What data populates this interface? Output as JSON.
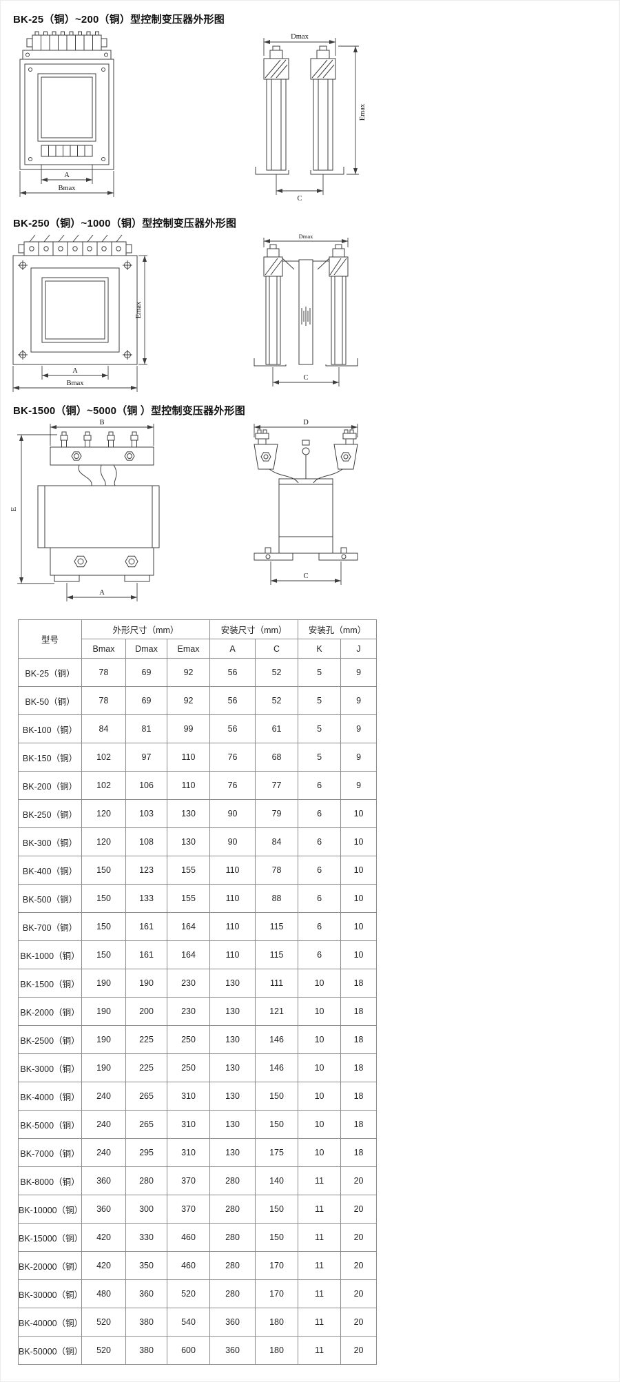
{
  "sections": [
    {
      "heading": "BK-25（铜）~200（铜）型控制变压器外形图",
      "front": {
        "dim_a": "A",
        "dim_b": "Bmax"
      },
      "side": {
        "dim_d": "Dmax",
        "dim_e": "Emax",
        "dim_c": "C"
      }
    },
    {
      "heading": "BK-250（铜）~1000（铜）型控制变压器外形图",
      "front": {
        "dim_a": "A",
        "dim_b": "Bmax",
        "dim_e": "Emax"
      },
      "side": {
        "dim_d": "Dmax",
        "dim_c": "C"
      }
    },
    {
      "heading": "BK-1500（铜）~5000（铜 ）型控制变压器外形图",
      "front": {
        "dim_a": "A",
        "dim_b": "B",
        "dim_e": "E"
      },
      "side": {
        "dim_d": "D",
        "dim_c": "C"
      }
    }
  ],
  "table": {
    "col_groups": [
      {
        "label": "型号",
        "rowspan": 2
      },
      {
        "label": "外形尺寸（mm）",
        "colspan": 3
      },
      {
        "label": "安装尺寸（mm）",
        "colspan": 2
      },
      {
        "label": "安装孔（mm）",
        "colspan": 2
      }
    ],
    "sub_headers": [
      "Bmax",
      "Dmax",
      "Emax",
      "A",
      "C",
      "K",
      "J"
    ],
    "rows": [
      {
        "model": "BK-25（铜）",
        "values": [
          78,
          69,
          92,
          56,
          52,
          5,
          9
        ]
      },
      {
        "model": "BK-50（铜）",
        "values": [
          78,
          69,
          92,
          56,
          52,
          5,
          9
        ]
      },
      {
        "model": "BK-100（铜）",
        "values": [
          84,
          81,
          99,
          56,
          61,
          5,
          9
        ]
      },
      {
        "model": "BK-150（铜）",
        "values": [
          102,
          97,
          110,
          76,
          68,
          5,
          9
        ]
      },
      {
        "model": "BK-200（铜）",
        "values": [
          102,
          106,
          110,
          76,
          77,
          6,
          9
        ]
      },
      {
        "model": "BK-250（铜）",
        "values": [
          120,
          103,
          130,
          90,
          79,
          6,
          10
        ]
      },
      {
        "model": "BK-300（铜）",
        "values": [
          120,
          108,
          130,
          90,
          84,
          6,
          10
        ]
      },
      {
        "model": "BK-400（铜）",
        "values": [
          150,
          123,
          155,
          110,
          78,
          6,
          10
        ]
      },
      {
        "model": "BK-500（铜）",
        "values": [
          150,
          133,
          155,
          110,
          88,
          6,
          10
        ]
      },
      {
        "model": "BK-700（铜）",
        "values": [
          150,
          161,
          164,
          110,
          115,
          6,
          10
        ]
      },
      {
        "model": "BK-1000（铜）",
        "values": [
          150,
          161,
          164,
          110,
          115,
          6,
          10
        ]
      },
      {
        "model": "BK-1500（铜）",
        "values": [
          190,
          190,
          230,
          130,
          111,
          10,
          18
        ]
      },
      {
        "model": "BK-2000（铜）",
        "values": [
          190,
          200,
          230,
          130,
          121,
          10,
          18
        ]
      },
      {
        "model": "BK-2500（铜）",
        "values": [
          190,
          225,
          250,
          130,
          146,
          10,
          18
        ]
      },
      {
        "model": "BK-3000（铜）",
        "values": [
          190,
          225,
          250,
          130,
          146,
          10,
          18
        ]
      },
      {
        "model": "BK-4000（铜）",
        "values": [
          240,
          265,
          310,
          130,
          150,
          10,
          18
        ]
      },
      {
        "model": "BK-5000（铜）",
        "values": [
          240,
          265,
          310,
          130,
          150,
          10,
          18
        ]
      },
      {
        "model": "BK-7000（铜）",
        "values": [
          240,
          295,
          310,
          130,
          175,
          10,
          18
        ]
      },
      {
        "model": "BK-8000（铜）",
        "values": [
          360,
          280,
          370,
          280,
          140,
          11,
          20
        ]
      },
      {
        "model": "BK-10000（铜）",
        "values": [
          360,
          300,
          370,
          280,
          150,
          11,
          20
        ]
      },
      {
        "model": "BK-15000（铜）",
        "values": [
          420,
          330,
          460,
          280,
          150,
          11,
          20
        ]
      },
      {
        "model": "BK-20000（铜）",
        "values": [
          420,
          350,
          460,
          280,
          170,
          11,
          20
        ]
      },
      {
        "model": "BK-30000（铜）",
        "values": [
          480,
          360,
          520,
          280,
          170,
          11,
          20
        ]
      },
      {
        "model": "BK-40000（铜）",
        "values": [
          520,
          380,
          540,
          360,
          180,
          11,
          20
        ]
      },
      {
        "model": "BK-50000（铜）",
        "values": [
          520,
          380,
          600,
          360,
          180,
          11,
          20
        ]
      }
    ]
  }
}
